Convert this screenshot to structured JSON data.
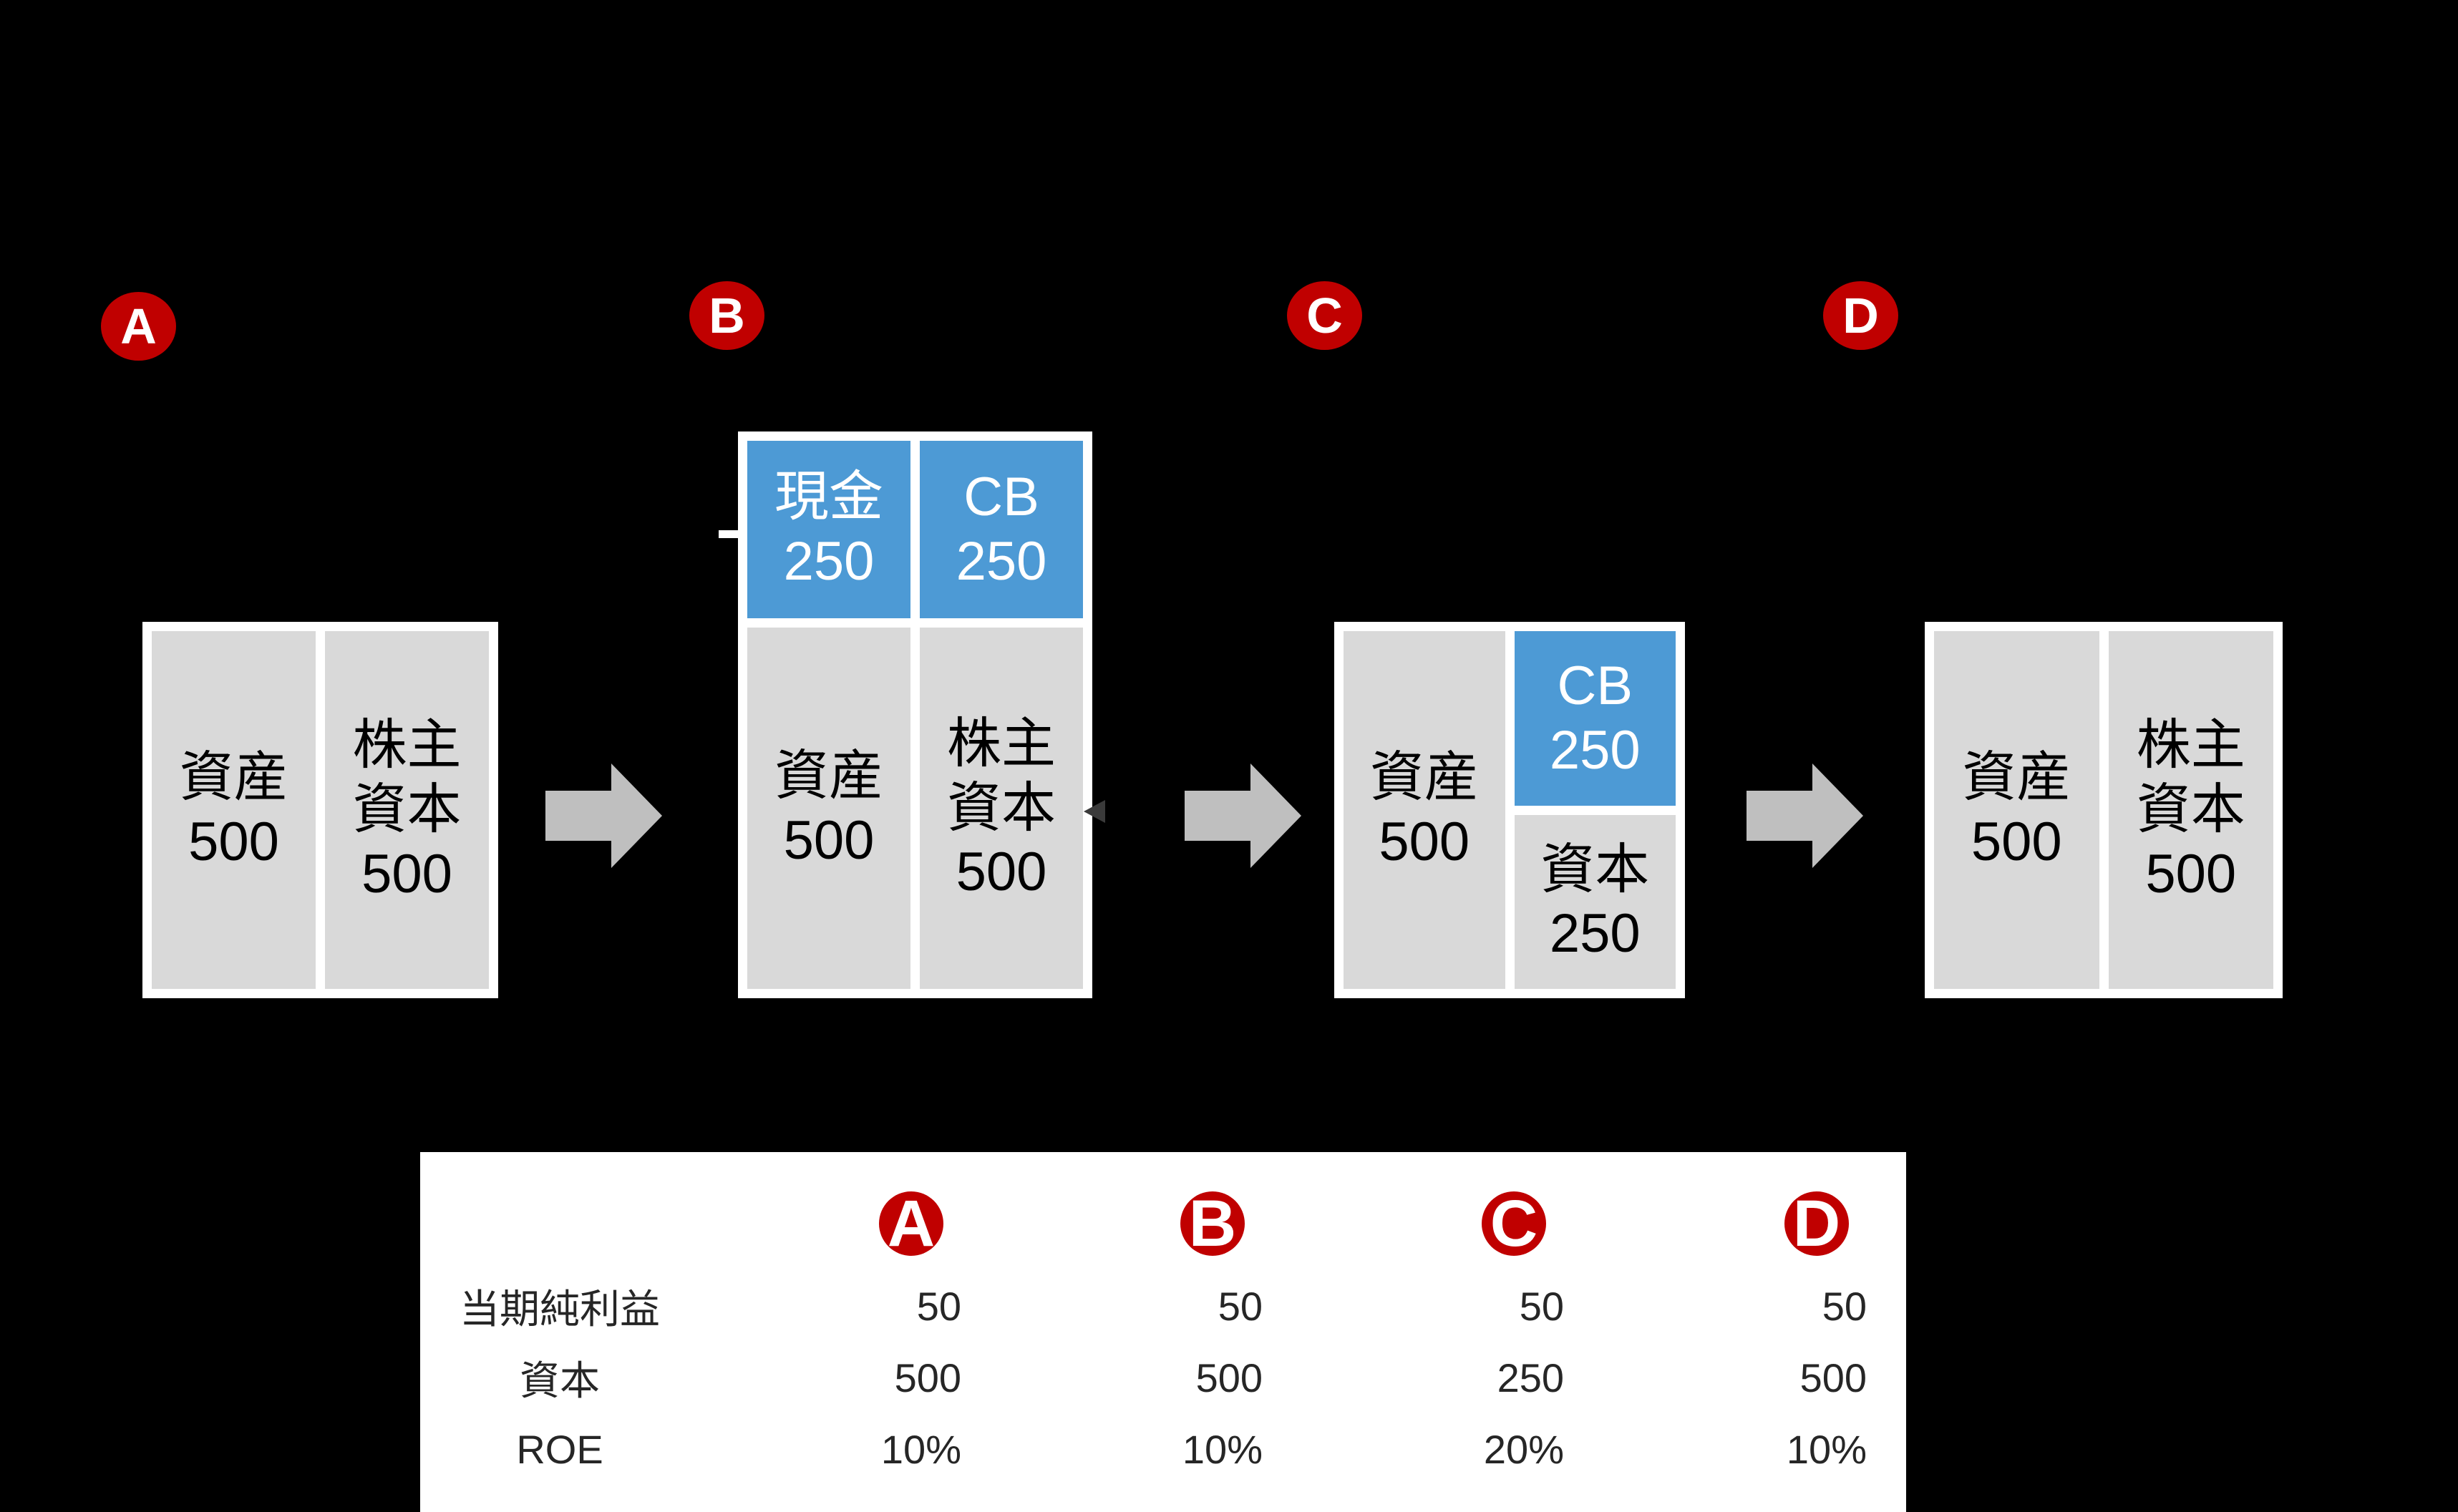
{
  "stage_badges": [
    "A",
    "B",
    "C",
    "D"
  ],
  "boxes": {
    "a": {
      "assets": "資産\n500",
      "equity": "株主\n資本\n500"
    },
    "b": {
      "cash": "現金\n250",
      "cb": "CB\n250",
      "assets": "資産\n500",
      "equity": "株主\n資本\n500"
    },
    "c": {
      "assets": "資産\n500",
      "cb": "CB\n250",
      "capital": "資本\n250"
    },
    "d": {
      "assets": "資産\n500",
      "equity": "株主\n資本\n500"
    }
  },
  "table": {
    "col_headers": [
      "A",
      "B",
      "C",
      "D"
    ],
    "rows": [
      {
        "label": "当期純利益",
        "values": [
          "50",
          "50",
          "50",
          "50"
        ]
      },
      {
        "label": "資本",
        "values": [
          "500",
          "500",
          "250",
          "500"
        ]
      },
      {
        "label": "ROE",
        "values": [
          "10%",
          "10%",
          "20%",
          "10%"
        ]
      }
    ]
  },
  "colors": {
    "background": "#000000",
    "cell_gray": "#D9D9D9",
    "cell_blue": "#4D9AD5",
    "badge_red": "#C00000",
    "arrow_gray": "#BFBFBF",
    "frame_white": "#FFFFFF",
    "table_bg": "#FFFFFF",
    "box_text": "#000000",
    "blue_cell_text": "#FFFFFF",
    "table_text": "#262626"
  }
}
